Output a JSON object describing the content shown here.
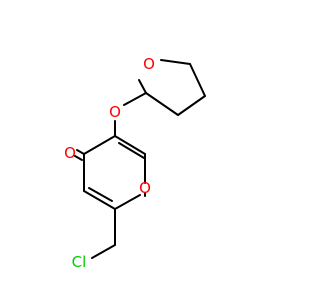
{
  "molecule": {
    "atom_labels": {
      "carbonyl_oxygen": "O",
      "ring_oxygen": "O",
      "ether_oxygen": "O",
      "thf_oxygen": "O",
      "chlorine": "Cl"
    }
  },
  "colors": {
    "bond": "#000000",
    "oxygen": "#ff0000",
    "chlorine": "#00cc00"
  }
}
